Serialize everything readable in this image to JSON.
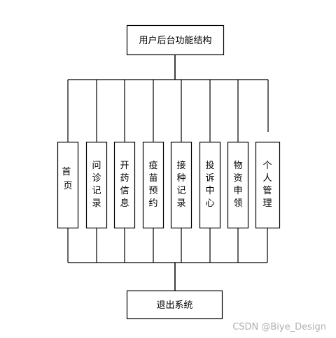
{
  "diagram": {
    "root": "用户后台功能结构",
    "modules": [
      "首页",
      "问诊记录",
      "开药信息",
      "疫苗预约",
      "接种记录",
      "投诉中心",
      "物资申领",
      "个人管理"
    ],
    "exit": "退出系统"
  },
  "watermark": "CSDN @Biye_Design",
  "colors": {
    "line": "#000000",
    "box_fill": "#ffffff",
    "watermark": "#b0b0b0"
  }
}
